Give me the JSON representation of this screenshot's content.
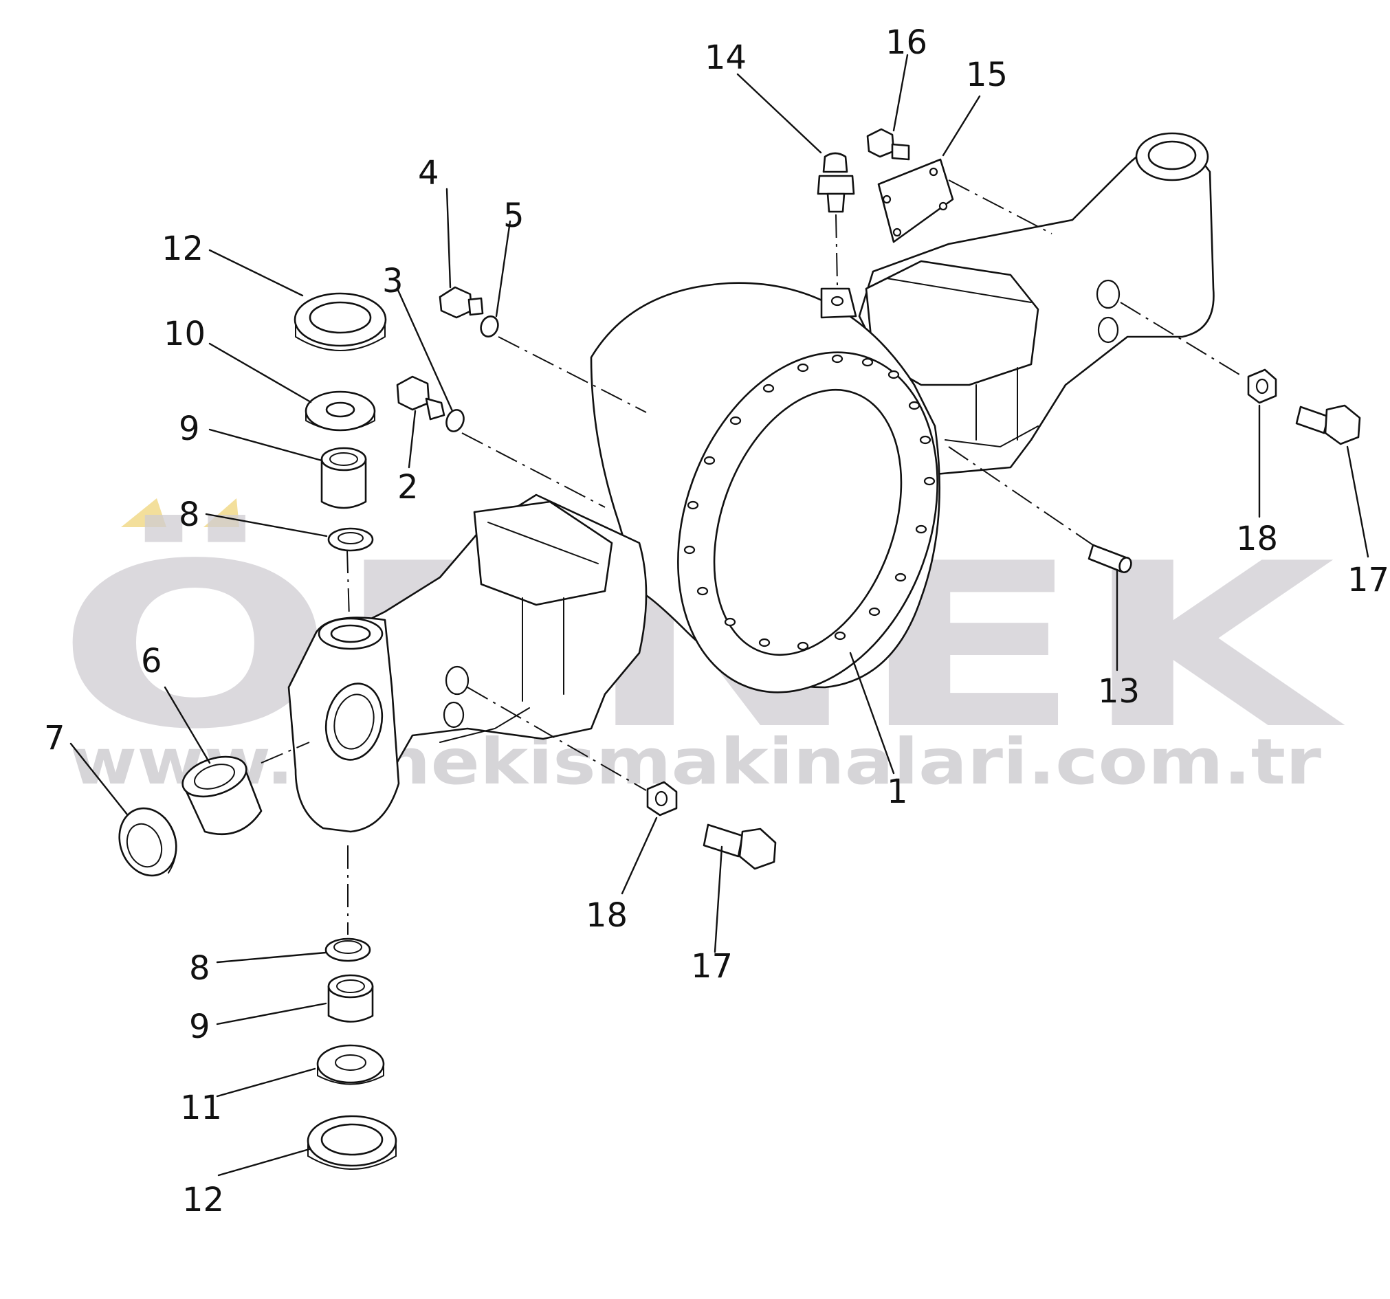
{
  "watermark": {
    "brand": "ÖRNEK",
    "url": "www.ornekismakinalari.com.tr",
    "text_color": "#cfcdd2",
    "accent_color": "#f3df9b"
  },
  "callouts": {
    "c1": "1",
    "c2": "2",
    "c3": "3",
    "c4": "4",
    "c5": "5",
    "c6": "6",
    "c7": "7",
    "c8a": "8",
    "c8b": "8",
    "c9a": "9",
    "c9b": "9",
    "c10": "10",
    "c11": "11",
    "c12a": "12",
    "c12b": "12",
    "c13": "13",
    "c14": "14",
    "c15": "15",
    "c16": "16",
    "c17a": "17",
    "c17b": "17",
    "c18a": "18",
    "c18b": "18"
  }
}
